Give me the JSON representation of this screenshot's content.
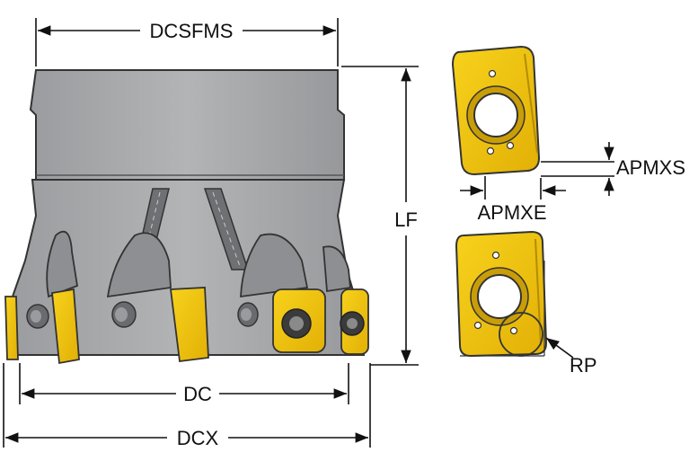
{
  "dimensions": {
    "dcsfms": "DCSFMS",
    "lf": "LF",
    "dc": "DC",
    "dcx": "DCX",
    "apmxs": "APMXS",
    "apmxe": "APMXE",
    "rp": "RP"
  },
  "colors": {
    "body_gray": "#a9aaac",
    "body_dark": "#7c7d80",
    "insert_yellow": "#f1c40f",
    "insert_dark": "#c49a0a",
    "line": "#111111"
  }
}
